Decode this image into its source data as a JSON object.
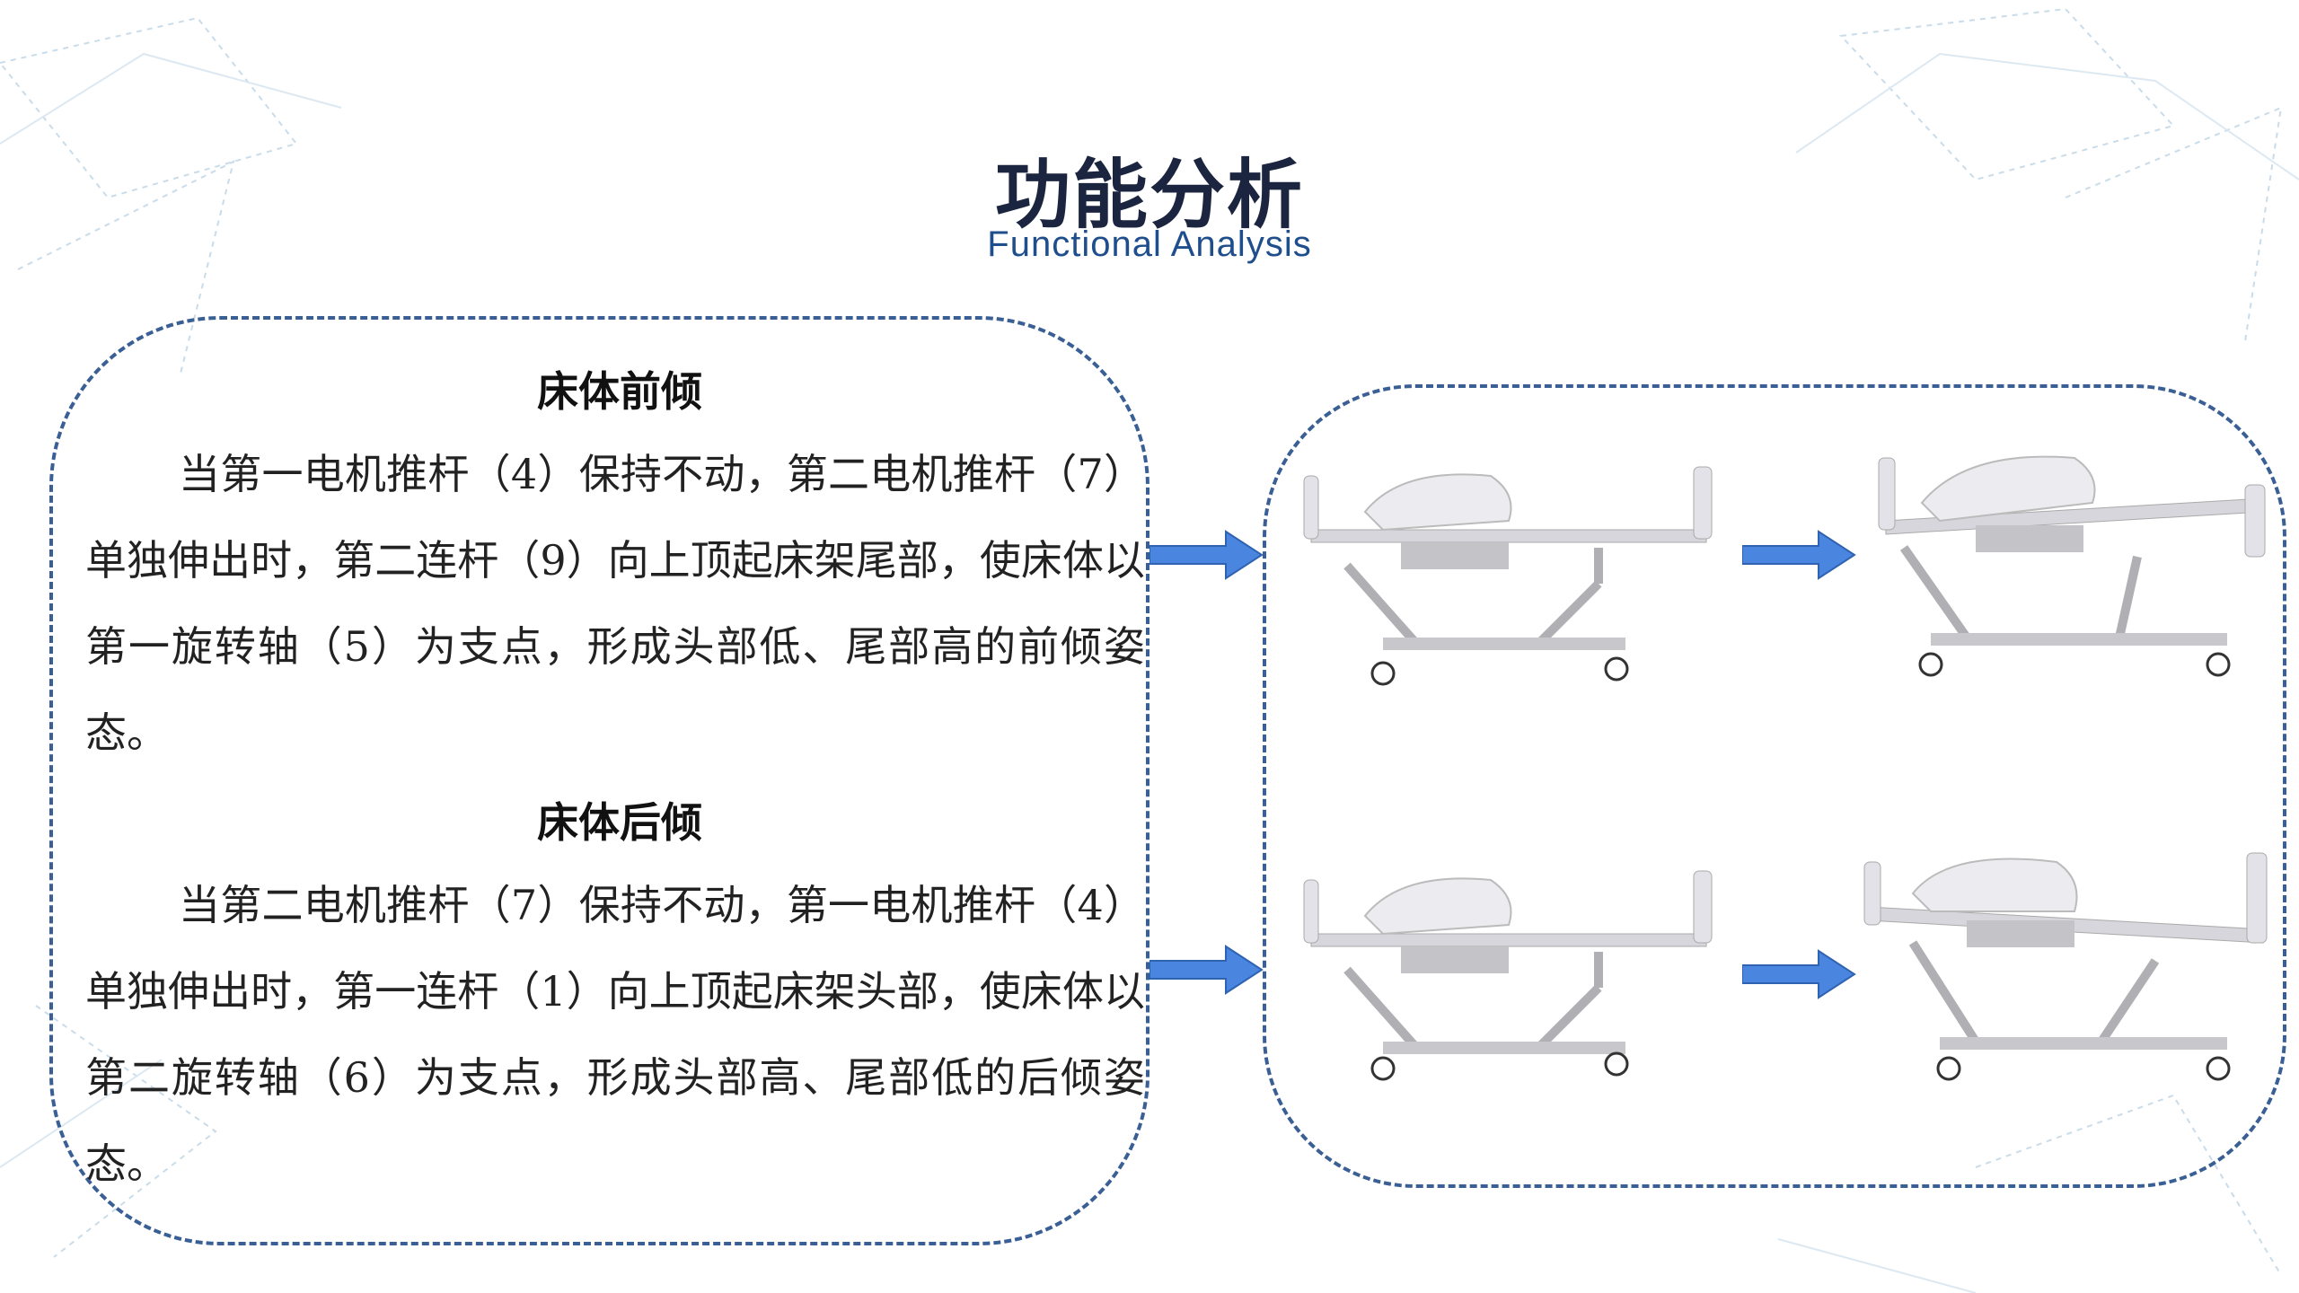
{
  "header": {
    "title": "功能分析",
    "subtitle": "Functional Analysis"
  },
  "sections": [
    {
      "heading": "床体前倾",
      "text": "当第一电机推杆（4）保持不动，第二电机推杆（7）单独伸出时，第二连杆（9）向上顶起床架尾部，使床体以第一旋转轴（5）为支点，形成头部低、尾部高的前倾姿态。"
    },
    {
      "heading": "床体后倾",
      "text": "当第二电机推杆（7）保持不动，第一电机推杆（4）单独伸出时，第一连杆（1）向上顶起床架头部，使床体以第二旋转轴（6）为支点，形成头部高、尾部低的后倾姿态。"
    }
  ],
  "colors": {
    "accent": "#3a5f94",
    "arrow": "#4a86e0",
    "title": "#1b2540",
    "subtitle": "#1f4e8c"
  }
}
